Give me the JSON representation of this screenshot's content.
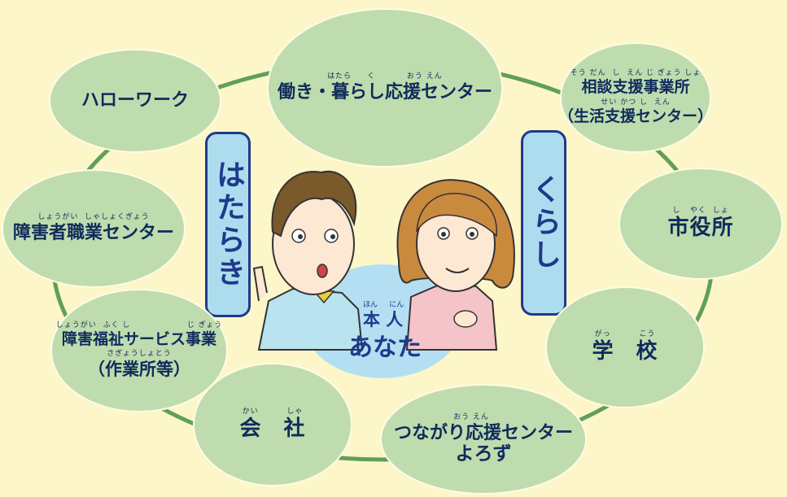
{
  "nodes": {
    "hatarakikurashi": {
      "ruby": "はたら     く          おう えん",
      "main": "働き・暮らし応援センター"
    },
    "hellowork": {
      "main": "ハローワーク"
    },
    "soudan": {
      "ruby1": "そう だん  し  えん じ ぎょう しょ",
      "main": "相談支援事業所",
      "ruby2": "せい かつ し  えん",
      "sub": "（生活支援センター）"
    },
    "shougaisha": {
      "ruby": "しょうがい  しゃしょくぎょう",
      "main": "障害者職業センター"
    },
    "shiyakusho": {
      "ruby": "し   やく  しょ",
      "main": "市役所"
    },
    "fukushi": {
      "ruby1": "しょうがい  ふく し                  じ ぎょう",
      "main": "障害福祉サービス事業",
      "ruby2": "さぎょうしょとう",
      "sub": "（作業所等）"
    },
    "gakkou": {
      "ruby": "がっ         こう",
      "main": "学　校"
    },
    "kaisha": {
      "ruby": "かい         しゃ",
      "main": "会　社"
    },
    "tsunagari": {
      "ruby": "おう えん",
      "main": "つながり応援センター",
      "sub": "よろず"
    }
  },
  "labels": {
    "hataraki": "はたらき",
    "kurashi": "くらし"
  },
  "center": {
    "ruby": "ほん     にん",
    "honnin": "本 人",
    "anata": "あなた"
  },
  "colors": {
    "background": "#fdf6c9",
    "node": "#bfdcae",
    "ring": "#5f9f5a",
    "text": "#0f2b5c",
    "label_box": "#aedcef",
    "label_border": "#1f3a8a"
  }
}
